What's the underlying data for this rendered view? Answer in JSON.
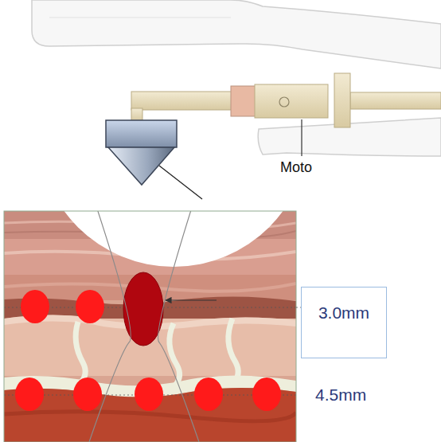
{
  "diagram": {
    "nodes": [
      {
        "text": [
          "3.0mm"
        ]
      }
    ],
    "labels": [
      "Moto",
      "4.5mm"
    ]
  }
}
